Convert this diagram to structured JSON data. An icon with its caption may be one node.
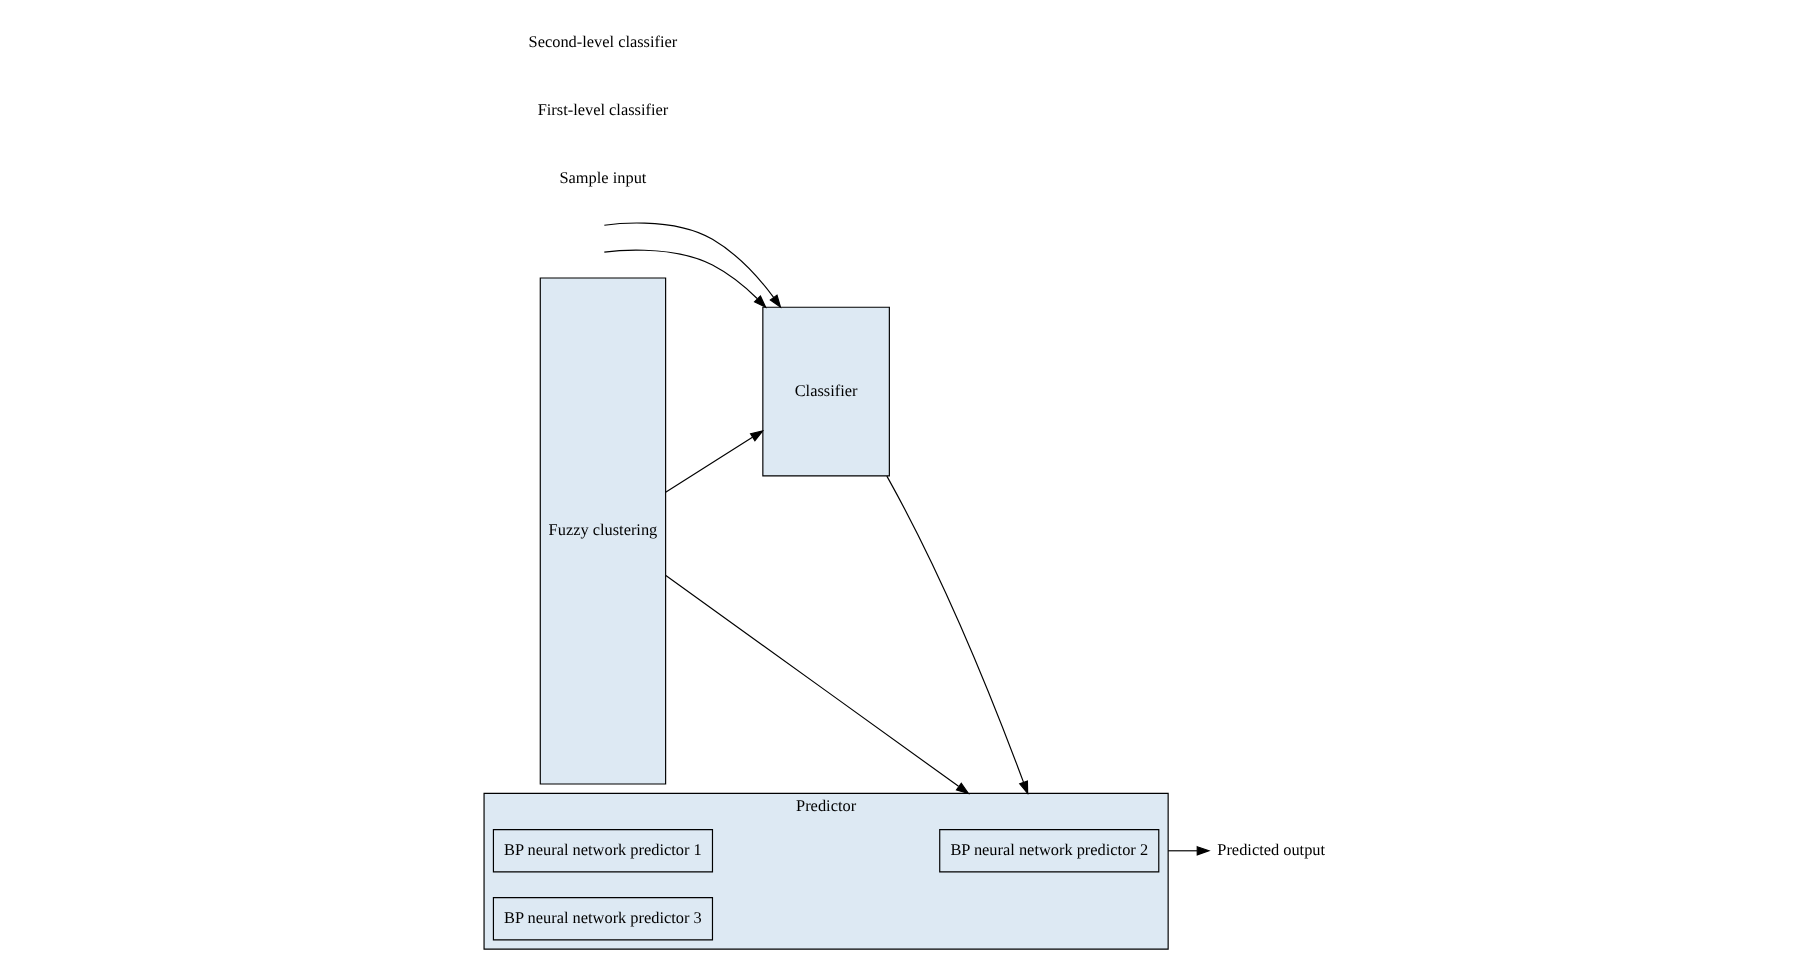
{
  "diagram": {
    "nodes": [
      {
        "text": [
          "Fuzzy clustering"
        ]
      },
      {
        "text": [
          "Classifier"
        ]
      },
      {
        "text": [
          "Predictor"
        ]
      },
      {
        "text": [
          "BP neural network predictor 1"
        ],
        "in": 2
      },
      {
        "text": [
          "BP neural network predictor 2"
        ],
        "in": 2
      },
      {
        "text": [
          "BP neural network predictor 3"
        ],
        "in": 2
      },
      {
        "text": [
          "Predicted output"
        ]
      }
    ],
    "edges": [
      {
        "from": 0,
        "to": 1,
        "arrow": "to"
      },
      {
        "from": 0,
        "to": 2,
        "arrow": "to"
      },
      {
        "from": null,
        "to": 1,
        "arrow": "to"
      },
      {
        "from": null,
        "to": 1,
        "arrow": "to"
      },
      {
        "from": 1,
        "to": 2,
        "arrow": "to"
      },
      {
        "from": 2,
        "to": 6,
        "arrow": "to"
      }
    ],
    "labels": [
      "Sample input",
      "First-level classifier",
      "Second-level classifier"
    ]
  }
}
